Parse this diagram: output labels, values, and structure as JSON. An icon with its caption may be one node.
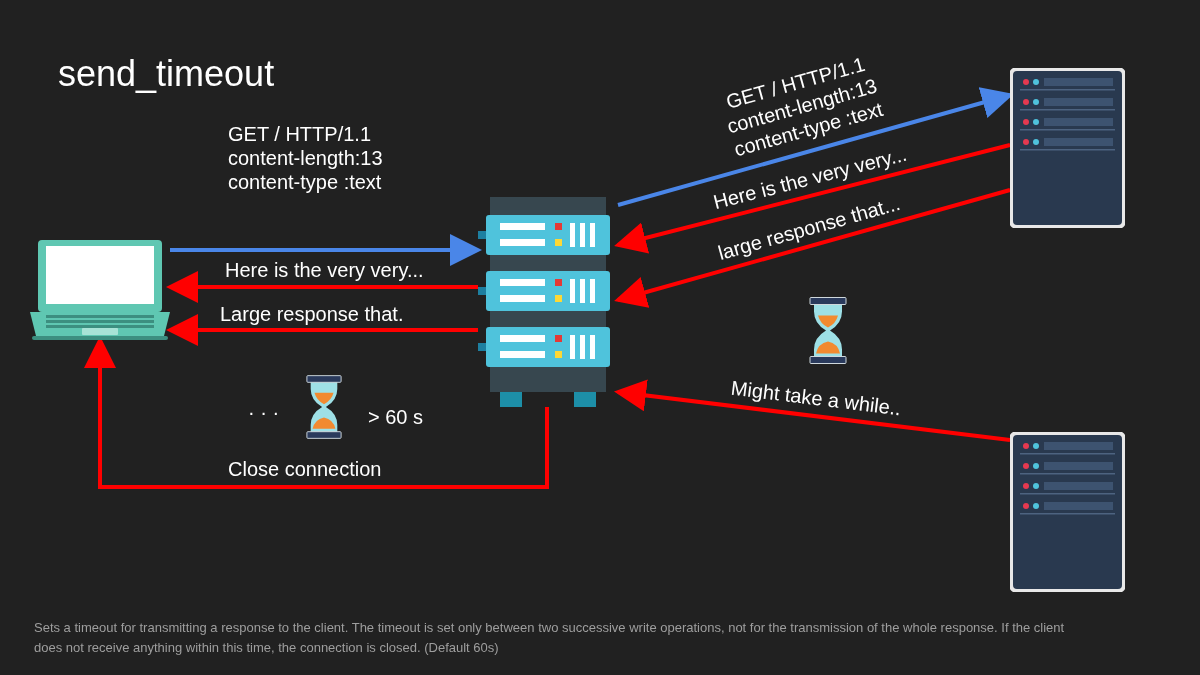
{
  "diagram": {
    "title": "send_timeout",
    "caption": "Sets a timeout for transmitting a response to the client. The timeout is set only between two successive write operations, not for the transmission of the whole response. If the client does not receive anything within this time, the connection is closed. (Default 60s)",
    "nodes": [
      {
        "text": [],
        "shape": "laptop"
      },
      {
        "text": [],
        "shape": "server"
      },
      {
        "text": [],
        "shape": "server"
      },
      {
        "text": [],
        "shape": "server"
      }
    ],
    "edges": [
      {
        "from": 0,
        "to": 1,
        "arrow": "to",
        "label": "GET / HTTP/1.1 content-length:13 content-type :text",
        "color": "#4a86e8"
      },
      {
        "from": 1,
        "to": 0,
        "arrow": "to",
        "label": "Here is the very very..."
      },
      {
        "from": 1,
        "to": 0,
        "arrow": "to",
        "label": "Large response that."
      },
      {
        "from": 1,
        "to": 0,
        "arrow": "to",
        "label": "Close connection"
      },
      {
        "from": 1,
        "to": 2,
        "arrow": "to",
        "label": "GET / HTTP/1.1 content-length:13 content-type :text",
        "color": "#4a86e8"
      },
      {
        "from": 2,
        "to": 1,
        "arrow": "to",
        "label": "Here is the very very..."
      },
      {
        "from": 2,
        "to": 1,
        "arrow": "to",
        "label": "large response that..."
      },
      {
        "from": 3,
        "to": 1,
        "arrow": "to",
        "label": "Might take a while.."
      }
    ],
    "labels": [
      "· · ·",
      "> 60 s"
    ]
  }
}
